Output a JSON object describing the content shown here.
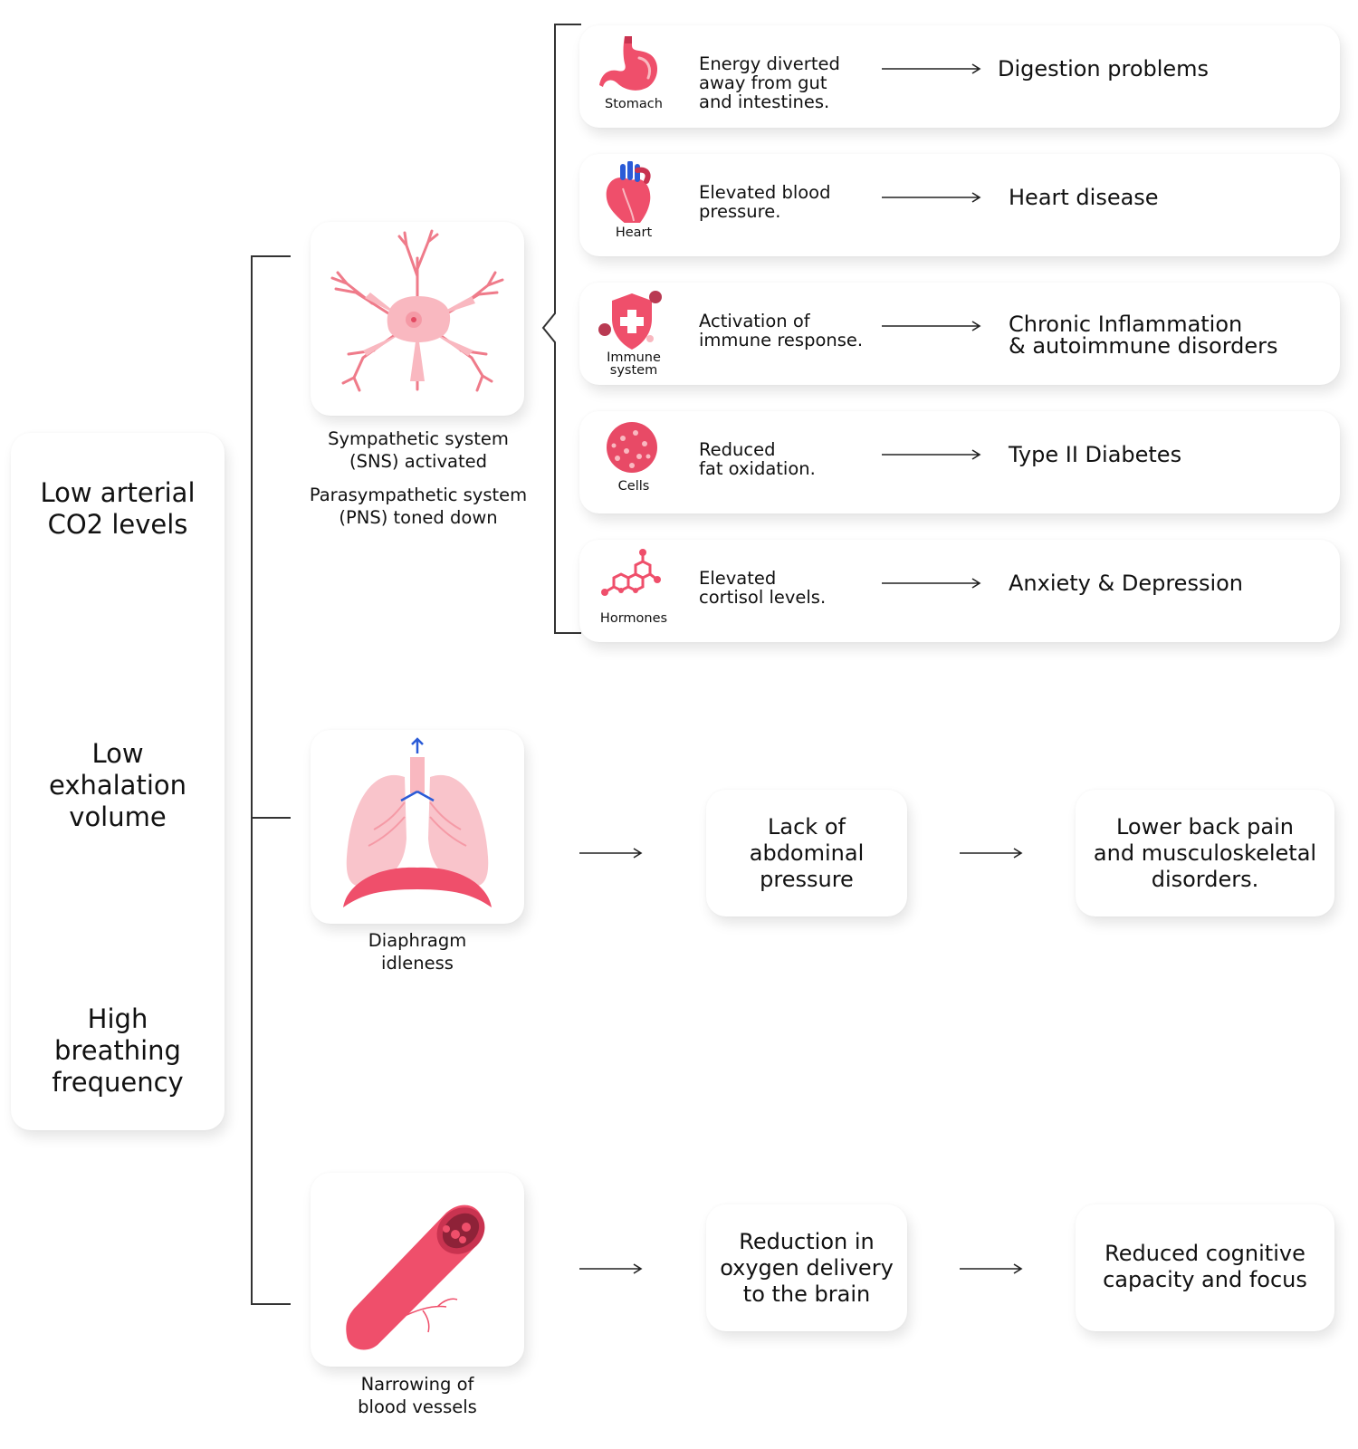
{
  "left_labels": [
    "Low arterial\nCO2 levels",
    "Low\nexhalation\nvolume",
    "High\nbreathing\nfrequency"
  ],
  "neuron_caption_1": "Sympathetic system\n(SNS) activated",
  "neuron_caption_2": "Parasympathetic system\n(PNS) toned down",
  "rows": [
    {
      "organ": "Stomach",
      "icon": "stomach-icon",
      "cause": "Energy diverted\naway from gut\nand intestines.",
      "effect": "Digestion problems"
    },
    {
      "organ": "Heart",
      "icon": "heart-icon",
      "cause": "Elevated blood\npressure.",
      "effect": "Heart disease"
    },
    {
      "organ": "Immune\nsystem",
      "icon": "immune-shield-icon",
      "cause": "Activation of\nimmune response.",
      "effect": "Chronic Inflammation\n& autoimmune disorders"
    },
    {
      "organ": "Cells",
      "icon": "cell-icon",
      "cause": "Reduced\nfat oxidation.",
      "effect": "Type II Diabetes"
    },
    {
      "organ": "Hormones",
      "icon": "hormone-molecule-icon",
      "cause": "Elevated\ncortisol levels.",
      "effect": "Anxiety & Depression"
    }
  ],
  "diaphragm": {
    "caption": "Diaphragm\nidleness",
    "middle": "Lack of\nabdominal\npressure",
    "outcome": "Lower back pain\nand musculoskeletal\ndisorders."
  },
  "vessels": {
    "caption": "Narrowing of\nblood vessels",
    "middle": "Reduction in\noxygen delivery\nto the brain",
    "outcome": "Reduced cognitive\ncapacity and focus"
  },
  "colors": {
    "accent": "#ef4f6b",
    "accent_light": "#f9b8c0",
    "vein_blue": "#2a5bd7",
    "line": "#222222"
  }
}
